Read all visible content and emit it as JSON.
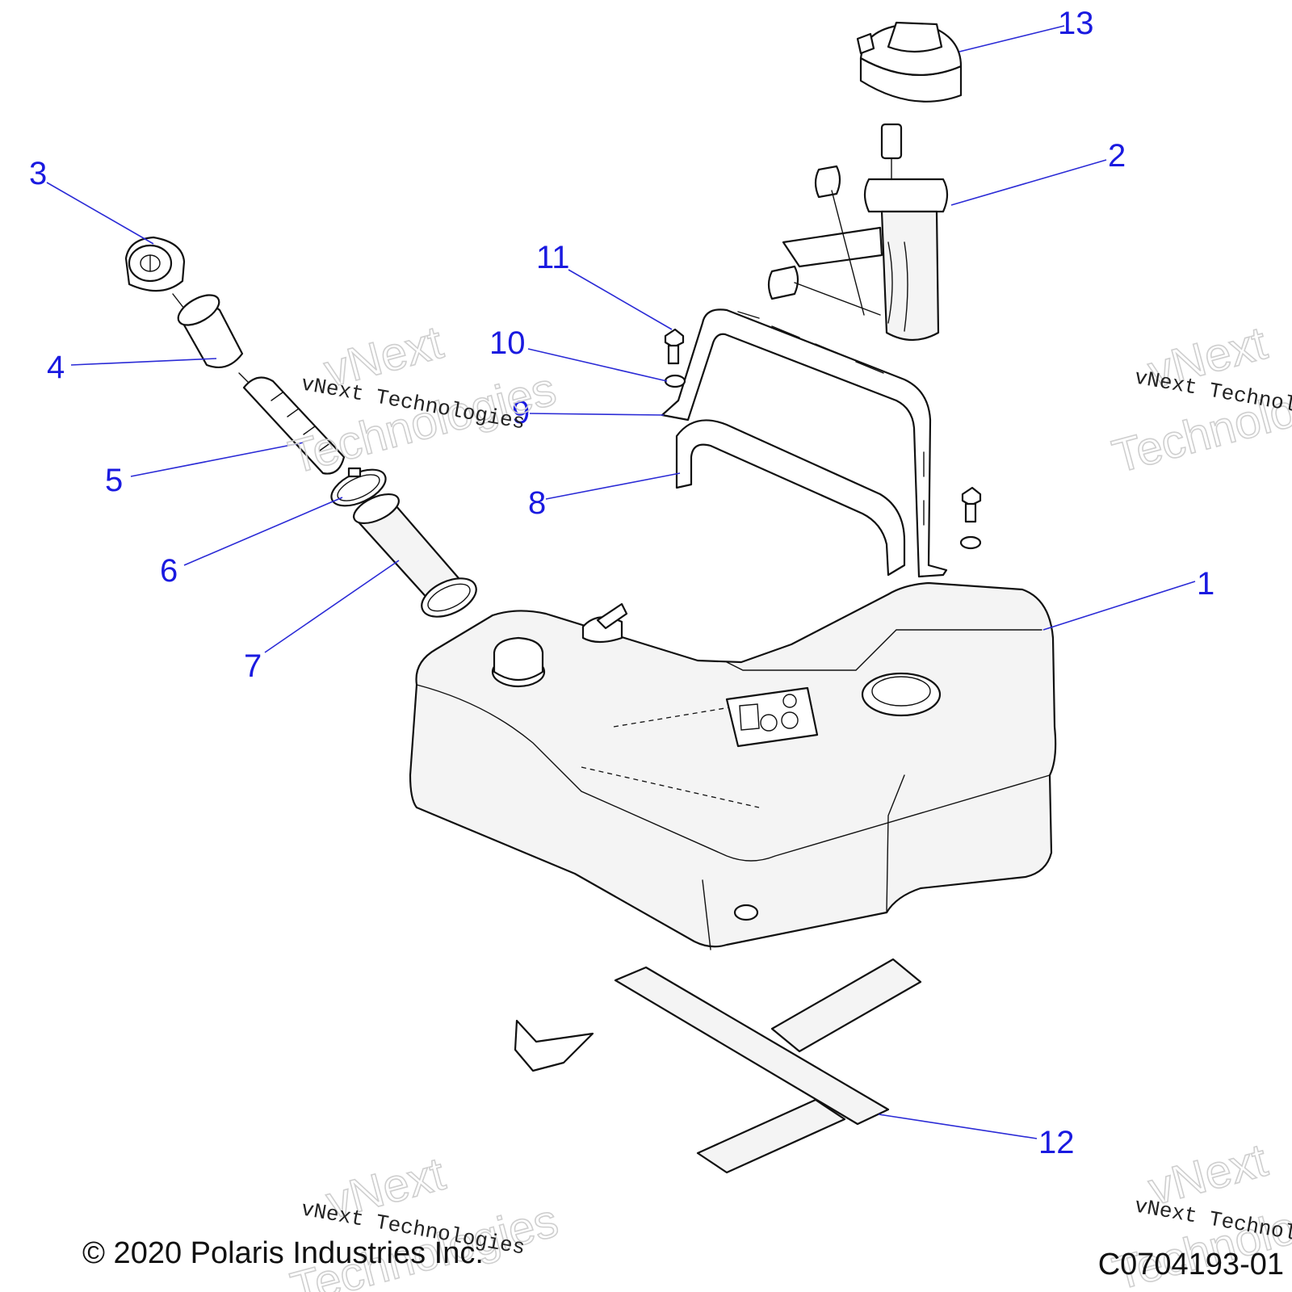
{
  "colors": {
    "callout": "#1a1ae0",
    "leader": "#2b2bd6",
    "linework": "#111111",
    "watermark": "#cfcfcf"
  },
  "callouts": [
    {
      "id": "1",
      "label": "1"
    },
    {
      "id": "2",
      "label": "2"
    },
    {
      "id": "3",
      "label": "3"
    },
    {
      "id": "4",
      "label": "4"
    },
    {
      "id": "5",
      "label": "5"
    },
    {
      "id": "6",
      "label": "6"
    },
    {
      "id": "7",
      "label": "7"
    },
    {
      "id": "8",
      "label": "8"
    },
    {
      "id": "9",
      "label": "9"
    },
    {
      "id": "10",
      "label": "10"
    },
    {
      "id": "11",
      "label": "11"
    },
    {
      "id": "12",
      "label": "12"
    },
    {
      "id": "13",
      "label": "13"
    }
  ],
  "watermark": {
    "word_1": "vNext",
    "word_2": "Technologies",
    "full": "vNext Technologies"
  },
  "footer": {
    "copyright": "© 2020 Polaris Industries Inc.",
    "drawing_number": "C0704193-01"
  }
}
